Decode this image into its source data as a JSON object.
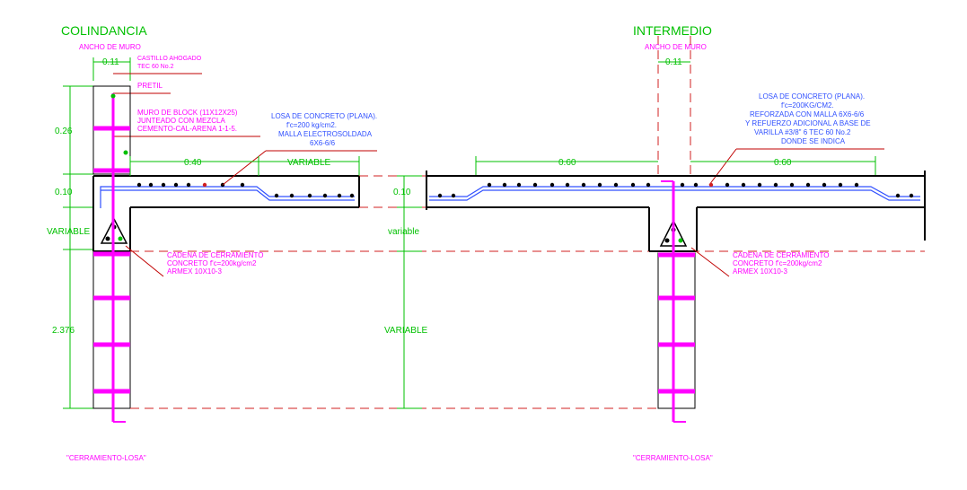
{
  "colors": {
    "concrete": "#000000",
    "rebar": "#3050ff",
    "castillo": "#ff00ff",
    "dimension": "#00c000",
    "leader": "#c00000",
    "note": "#3050ff",
    "hidden": "#d02020"
  },
  "left": {
    "title": "COLINDANCIA",
    "wall_width_label": "ANCHO DE MURO",
    "wall_width_value": "0.11",
    "castillo_note_1": "CASTILLO AHOGADO",
    "castillo_note_2": "TEC 60 No.2",
    "pretil": "PRETIL",
    "block_note_1": "MURO DE BLOCK (11X12X25)",
    "block_note_2": "JUNTEADO CON MEZCLA",
    "block_note_3": "CEMENTO-CAL-ARENA 1-1-5.",
    "slab_note_1": "LOSA DE CONCRETO (PLANA).",
    "slab_note_2": "f'c=200 kg/cm2.",
    "slab_note_3": "MALLA ELECTROSOLDADA",
    "slab_note_4": "6X6-6/6",
    "dim_pretil": "0.26",
    "dim_slab": "0.10",
    "dim_beam": "VARIABLE",
    "dim_wall": "2.376",
    "dim_040": "0.40",
    "dim_variable_h": "VARIABLE",
    "beam_note_1": "CADENA DE CERRAMIENTO",
    "beam_note_2": "CONCRETO f'c=200kg/cm2",
    "beam_note_3": "ARMEX 10X10-3",
    "footer": "\"CERRAMIENTO-LOSA\""
  },
  "middle": {
    "dim_slab": "0.10",
    "dim_beam": "variable",
    "dim_height": "VARIABLE"
  },
  "right": {
    "title": "INTERMEDIO",
    "wall_width_label": "ANCHO DE MURO",
    "wall_width_value": "0.11",
    "slab_note_1": "LOSA DE CONCRETO (PLANA).",
    "slab_note_2": "f'c=200KG/CM2.",
    "slab_note_3": "REFORZADA CON MALLA 6X6-6/6",
    "slab_note_4": "Y REFUERZO ADICIONAL A BASE DE",
    "slab_note_5": "VARILLA #3/8\" 6 TEC 60 No.2",
    "slab_note_6": "DONDE SE INDICA",
    "dim_060_left": "0.60",
    "dim_060_right": "0.60",
    "beam_note_1": "CADENA DE CERRAMIENTO",
    "beam_note_2": "CONCRETO f'c=200kg/cm2",
    "beam_note_3": "ARMEX 10X10-3",
    "footer": "\"CERRAMIENTO-LOSA\""
  }
}
